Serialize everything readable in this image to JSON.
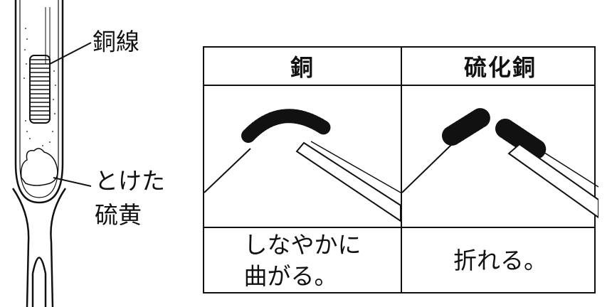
{
  "left_labels": {
    "copper_wire": "銅線",
    "melted_sulfur_line1": "とけた",
    "melted_sulfur_line2": "硫黄"
  },
  "table": {
    "headers": [
      "銅",
      "硫化銅"
    ],
    "results": {
      "copper_line1": "しなやかに",
      "copper_line2": "曲がる。",
      "copper_sulfide": "折れる。"
    }
  }
}
